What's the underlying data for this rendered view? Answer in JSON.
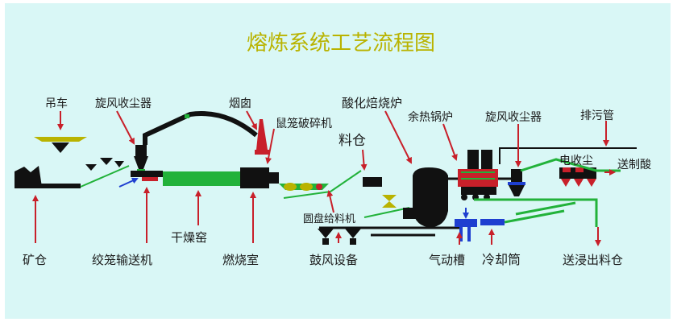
{
  "title": "熔炼系统工艺流程图",
  "colors": {
    "background": "#d9f7f6",
    "title": "#b9b300",
    "label": "#1a1a1a",
    "arrow": "#c8202a",
    "pipe": "#22b23a",
    "equipment": "#111111",
    "water_blue": "#1e3fd0"
  },
  "labels": {
    "crane": "吊车",
    "cyclone_1": "旋风收尘器",
    "chimney": "烟囱",
    "cage_crusher": "鼠笼破碎机",
    "acid_roaster": "酸化焙烧炉",
    "waste_heat_boiler": "余热锅炉",
    "cyclone_2": "旋风收尘器",
    "drain_pipe": "排污管",
    "material_bin": "料仓",
    "electro_dust": "电收尘",
    "to_acid": "送制酸",
    "disc_feeder": "圆盘给料机",
    "ore_bin": "矿仓",
    "screw_conveyor": "绞笼输送机",
    "dryer_kiln": "干燥窑",
    "combustion_chamber": "燃烧室",
    "blower": "鼓风设备",
    "pneumatic_trough": "气动槽",
    "cooling_drum": "冷却筒",
    "to_leach_bin": "送浸出料仓"
  }
}
